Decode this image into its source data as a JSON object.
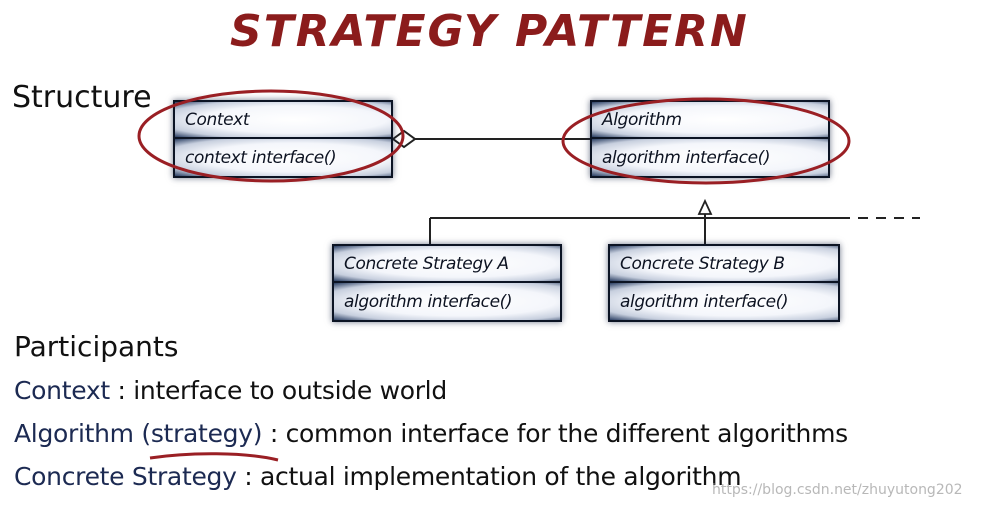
{
  "title": "STRATEGY PATTERN",
  "structure_label": "Structure",
  "boxes": {
    "context": {
      "name": "Context",
      "method": "context interface()"
    },
    "algorithm": {
      "name": "Algorithm",
      "method": "algorithm interface()"
    },
    "concrete_a": {
      "name": "Concrete Strategy A",
      "method": "algorithm interface()"
    },
    "concrete_b": {
      "name": "Concrete Strategy B",
      "method": "algorithm interface()"
    }
  },
  "participants": {
    "heading": "Participants",
    "rows": [
      {
        "term": "Context",
        "sep": " : ",
        "desc": "interface to outside world"
      },
      {
        "term": "Algorithm (strategy)",
        "sep": " : ",
        "desc": "common interface for the different algorithms"
      },
      {
        "term": "Concrete Strategy",
        "sep": " : ",
        "desc": "actual implementation of the algorithm"
      }
    ]
  },
  "watermark": "https://blog.csdn.net/zhuyutong202",
  "colors": {
    "title": "#8b1c1c",
    "highlight_ellipse": "#9a1f24",
    "box_dark": "#1a2741",
    "line": "#222222"
  }
}
